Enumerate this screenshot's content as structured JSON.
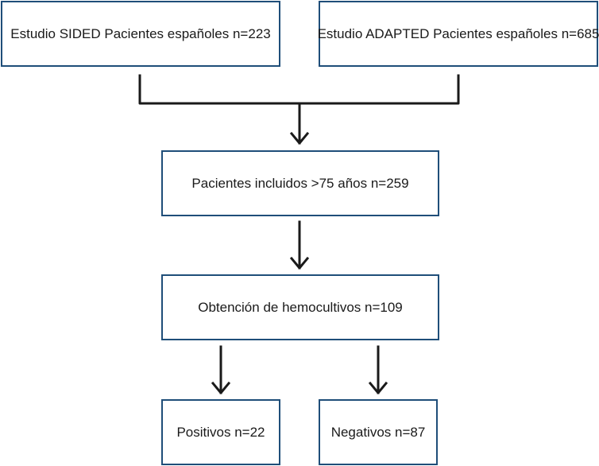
{
  "diagram": {
    "type": "flowchart",
    "line_color": "#1a1a1a",
    "border_color": "#1f4e79",
    "nodes": {
      "sided": "Estudio SIDED Pacientes españoles n=223",
      "adapted": "Estudio ADAPTED Pacientes españoles n=685",
      "included": "Pacientes incluidos >75 años n=259",
      "blood_cultures": "Obtención de hemocultivos n=109",
      "positive": "Positivos n=22",
      "negative": "Negativos n=87"
    },
    "edges": [
      {
        "from": "sided",
        "to": "included"
      },
      {
        "from": "adapted",
        "to": "included"
      },
      {
        "from": "included",
        "to": "blood_cultures"
      },
      {
        "from": "blood_cultures",
        "to": "positive"
      },
      {
        "from": "blood_cultures",
        "to": "negative"
      }
    ]
  }
}
